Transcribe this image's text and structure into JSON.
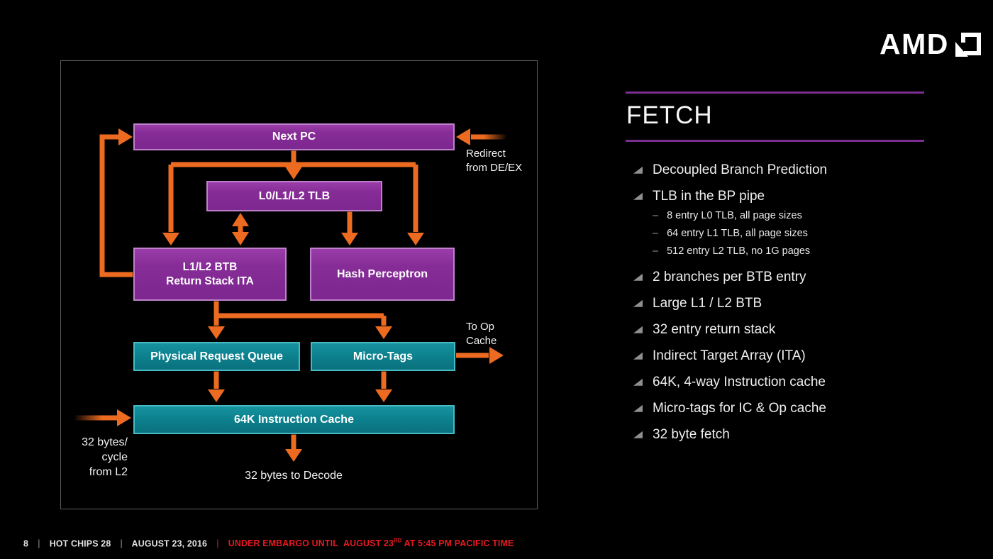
{
  "slide": {
    "logo_text": "AMD",
    "title": "FETCH"
  },
  "diagram": {
    "boxes": {
      "next_pc": "Next PC",
      "tlb": "L0/L1/L2 TLB",
      "btb_line1": "L1/L2 BTB",
      "btb_line2": "Return Stack ITA",
      "hash_perceptron": "Hash Perceptron",
      "physical_request_queue": "Physical Request Queue",
      "micro_tags": "Micro-Tags",
      "instruction_cache": "64K Instruction Cache"
    },
    "labels": {
      "redirect_line1": "Redirect",
      "redirect_line2": "from DE/EX",
      "to_op_line1": "To Op",
      "to_op_line2": "Cache",
      "l2_line1": "32 bytes/",
      "l2_line2": "cycle",
      "l2_line3": "from L2",
      "decode": "32 bytes to Decode"
    },
    "colors": {
      "box_purple": "#862c96",
      "box_purple_border": "#bf80cb",
      "box_teal": "#0d828f",
      "box_teal_border": "#46bbc5",
      "arrow_orange": "#ed6b21",
      "panel_border": "#5c5c5c"
    }
  },
  "fetch_section": {
    "rule_color": "#7c2e90",
    "sub_dash": "–",
    "bullets": [
      {
        "level": 1,
        "label": "Decoupled Branch Prediction"
      },
      {
        "level": 1,
        "label": "TLB in the BP pipe"
      },
      {
        "level": 2,
        "label": "8 entry L0 TLB, all page sizes"
      },
      {
        "level": 2,
        "label": "64 entry L1 TLB, all page sizes"
      },
      {
        "level": 2,
        "label": "512 entry L2 TLB, no 1G pages"
      },
      {
        "level": 1,
        "label": "2 branches per BTB entry"
      },
      {
        "level": 1,
        "label": "Large L1 / L2 BTB"
      },
      {
        "level": 1,
        "label": "32 entry return stack"
      },
      {
        "level": 1,
        "label": "Indirect Target Array (ITA)"
      },
      {
        "level": 1,
        "label": "64K, 4-way Instruction cache"
      },
      {
        "level": 1,
        "label": "Micro-tags for IC & Op cache"
      },
      {
        "level": 1,
        "label": "32 byte fetch"
      }
    ]
  },
  "footer": {
    "page_number": "8",
    "separator": "|",
    "event": "HOT CHIPS 28",
    "date": "AUGUST 23, 2016",
    "embargo_prefix": "UNDER EMBARGO UNTIL  AUGUST 23",
    "embargo_superscript": "RD",
    "embargo_suffix": " AT 5:45 PM PACIFIC TIME",
    "embargo_color": "#e8191f"
  }
}
